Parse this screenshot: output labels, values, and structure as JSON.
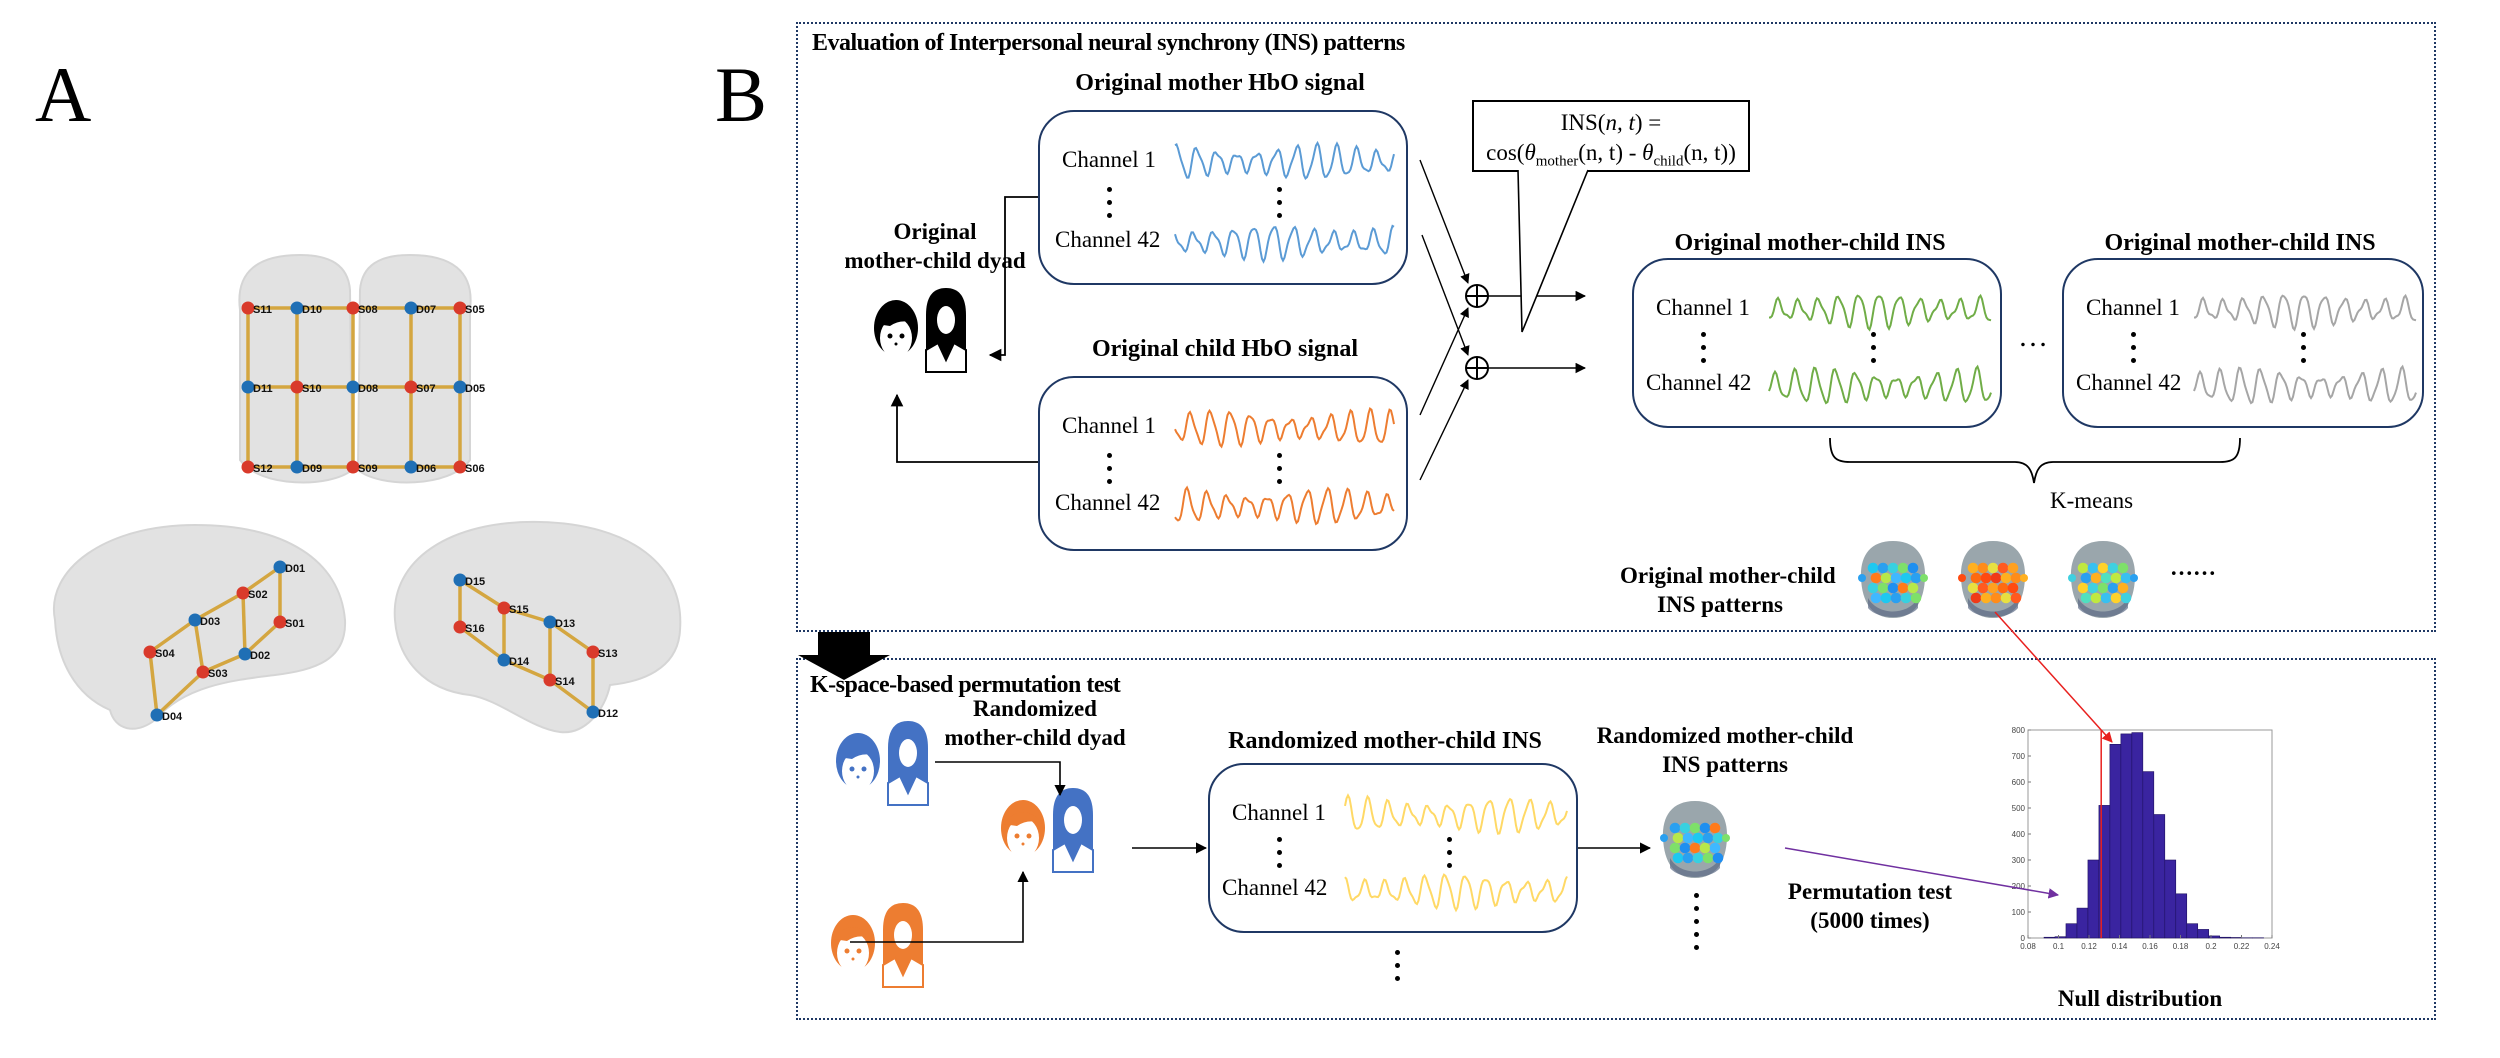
{
  "panels": {
    "a_label": "A",
    "b_label": "B"
  },
  "panel_a": {
    "views": [
      "top-view",
      "left-lateral-view",
      "right-lateral-view"
    ],
    "top_view_optodes": [
      {
        "id": "S11",
        "type": "source"
      },
      {
        "id": "D10",
        "type": "detector"
      },
      {
        "id": "S08",
        "type": "source"
      },
      {
        "id": "D07",
        "type": "detector"
      },
      {
        "id": "S05",
        "type": "source"
      },
      {
        "id": "D11",
        "type": "detector"
      },
      {
        "id": "S10",
        "type": "source"
      },
      {
        "id": "D08",
        "type": "detector"
      },
      {
        "id": "S07",
        "type": "source"
      },
      {
        "id": "D05",
        "type": "detector"
      },
      {
        "id": "S12",
        "type": "source"
      },
      {
        "id": "D09",
        "type": "detector"
      },
      {
        "id": "S09",
        "type": "source"
      },
      {
        "id": "D06",
        "type": "detector"
      },
      {
        "id": "S06",
        "type": "source"
      }
    ],
    "left_view_optodes": [
      {
        "id": "D01",
        "type": "detector"
      },
      {
        "id": "S02",
        "type": "source"
      },
      {
        "id": "S01",
        "type": "source"
      },
      {
        "id": "D03",
        "type": "detector"
      },
      {
        "id": "D02",
        "type": "detector"
      },
      {
        "id": "S04",
        "type": "source"
      },
      {
        "id": "S03",
        "type": "source"
      },
      {
        "id": "D04",
        "type": "detector"
      }
    ],
    "right_view_optodes": [
      {
        "id": "D15",
        "type": "detector"
      },
      {
        "id": "S15",
        "type": "source"
      },
      {
        "id": "D13",
        "type": "detector"
      },
      {
        "id": "S16",
        "type": "source"
      },
      {
        "id": "D14",
        "type": "detector"
      },
      {
        "id": "S13",
        "type": "source"
      },
      {
        "id": "S14",
        "type": "source"
      },
      {
        "id": "D12",
        "type": "detector"
      }
    ],
    "colors": {
      "source": "#d93a2b",
      "detector": "#1f6fb5",
      "link": "#d4a640"
    }
  },
  "evaluation": {
    "title": "Evaluation of  Interpersonal neural synchrony (INS) patterns",
    "dyad_label_line1": "Original",
    "dyad_label_line2": "mother-child dyad",
    "mother_box": {
      "title": "Original  mother HbO signal",
      "channel_first": "Channel 1",
      "channel_last": "Channel 42",
      "color": "#5b9bd5"
    },
    "child_box": {
      "title": "Original  child  HbO signal",
      "channel_first": "Channel 1",
      "channel_last": "Channel 42",
      "color": "#ed7d31"
    },
    "formula": {
      "line1_prefix": "INS(",
      "line1_vars": "n, t",
      "line1_suffix": ") =",
      "cos": "cos(",
      "theta": "θ",
      "mother_sub": "mother",
      "child_sub": "child",
      "args": "(n, t)",
      "minus": " - ",
      "close": ")"
    },
    "ins_box_1": {
      "title": "Original  mother-child INS",
      "channel_first": "Channel 1",
      "channel_last": "Channel 42",
      "color": "#70ad47"
    },
    "ins_box_2": {
      "title": "Original  mother-child INS",
      "channel_first": "Channel 1",
      "channel_last": "Channel 42",
      "color": "#a6a6a6"
    },
    "between_ellipsis": "…",
    "kmeans_label": "K-means",
    "patterns_label_line1": "Original  mother-child",
    "patterns_label_line2": "INS patterns",
    "patterns_ellipsis": "……"
  },
  "permutation": {
    "title": "K-space-based permutation  test",
    "dyad_label_line1": "Randomized",
    "dyad_label_line2": "mother-child dyad",
    "ins_box": {
      "title": "Randomized  mother-child INS",
      "channel_first": "Channel 1",
      "channel_last": "Channel 42",
      "color": "#ffd966"
    },
    "patterns_label_line1": "Randomized  mother-child",
    "patterns_label_line2": "INS patterns",
    "test_label_line1": "Permutation  test",
    "test_label_line2": "(5000 times)",
    "null_label": "Null distribution",
    "icon_colors": {
      "blue": "#4472c4",
      "orange": "#ed7d31",
      "black": "#000000"
    }
  },
  "chart_data": {
    "type": "bar",
    "title": "Null distribution",
    "xlabel": "",
    "ylabel": "",
    "xlim": [
      0.08,
      0.24
    ],
    "ylim": [
      0,
      800
    ],
    "xticks": [
      "0.08",
      "0.1",
      "0.12",
      "0.14",
      "0.16",
      "0.18",
      "0.2",
      "0.22",
      "0.24"
    ],
    "yticks": [
      "0",
      "100",
      "200",
      "300",
      "400",
      "500",
      "600",
      "700",
      "800"
    ],
    "bin_width": 0.0072,
    "bin_starts": [
      0.0905,
      0.0977,
      0.1049,
      0.1121,
      0.1193,
      0.1265,
      0.1337,
      0.1409,
      0.1481,
      0.1553,
      0.1625,
      0.1697,
      0.1769,
      0.1841,
      0.1913,
      0.1985,
      0.2057,
      0.2129,
      0.2201,
      0.2273
    ],
    "values": [
      3,
      5,
      55,
      115,
      300,
      510,
      745,
      785,
      790,
      640,
      475,
      300,
      170,
      55,
      33,
      8,
      3,
      2,
      1,
      1
    ],
    "bar_color": "#3a24a0",
    "observed_value": 0.128,
    "observed_color": "#e8211f",
    "grid": false,
    "legend": "none"
  }
}
